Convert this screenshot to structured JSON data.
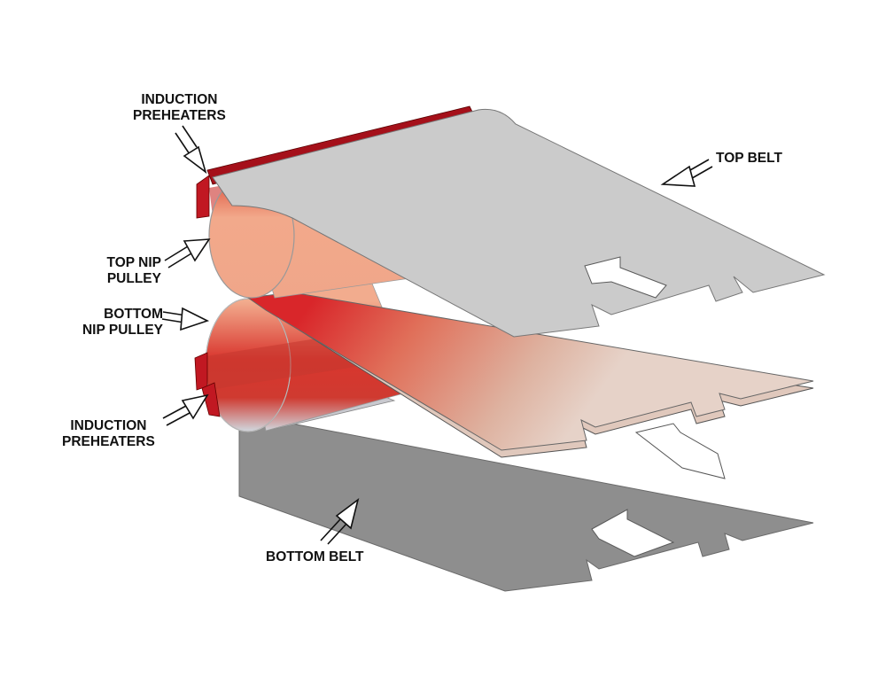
{
  "labels": {
    "induction_preheaters_top": [
      "INDUCTION",
      "PREHEATERS"
    ],
    "top_nip_pulley": [
      "TOP NIP",
      "PULLEY"
    ],
    "bottom_nip_pulley": [
      "BOTTOM",
      "NIP PULLEY"
    ],
    "induction_preheaters_bottom": [
      "INDUCTION",
      "PREHEATERS"
    ],
    "top_belt": "TOP BELT",
    "bottom_belt": "BOTTOM BELT"
  },
  "colors": {
    "top_belt": "#cbcbcb",
    "bottom_belt": "#8e8e8e",
    "heated_red": "#d8201f",
    "preheater_dark_red": "#a5101a",
    "pulley_salmon": "#f1a587",
    "laminate_light": "#e2ccc2"
  }
}
